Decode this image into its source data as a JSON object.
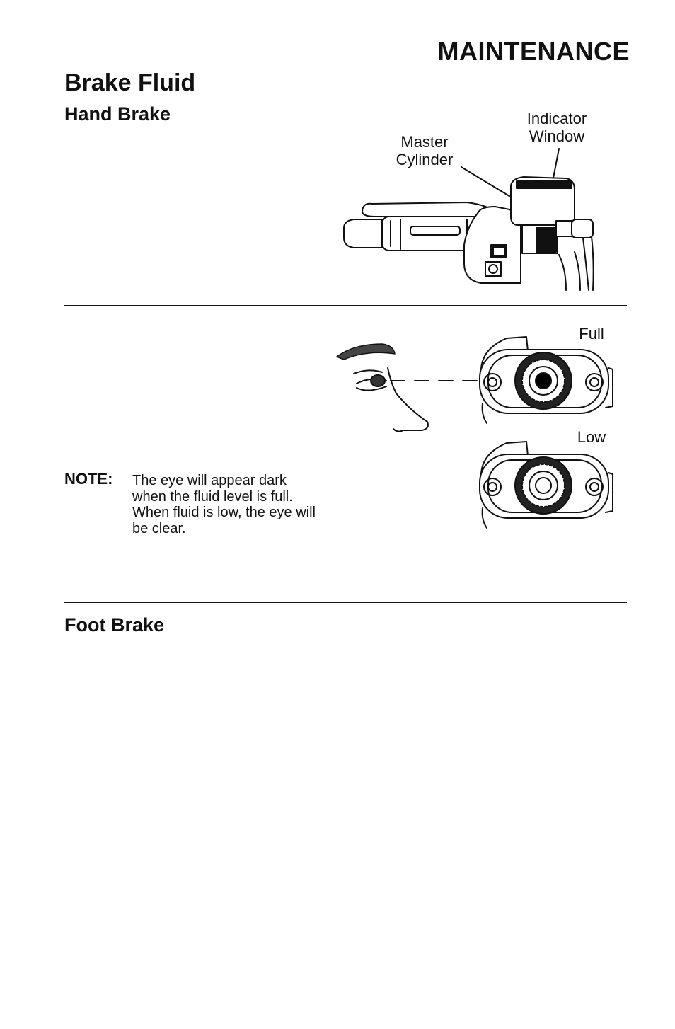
{
  "page": {
    "section_header": "MAINTENANCE",
    "title": "Brake Fluid"
  },
  "hand_brake": {
    "heading": "Hand Brake",
    "callouts": {
      "master_cylinder": [
        "Master",
        "Cylinder"
      ],
      "indicator_window": [
        "Indicator",
        "Window"
      ]
    }
  },
  "fluid_check": {
    "full_label": "Full",
    "low_label": "Low",
    "note_label": "NOTE:",
    "note_text": "The eye will appear dark when the fluid level is full. When fluid is low, the eye will be clear."
  },
  "foot_brake": {
    "heading": "Foot Brake"
  },
  "colors": {
    "ink": "#111111",
    "paper": "#ffffff"
  }
}
